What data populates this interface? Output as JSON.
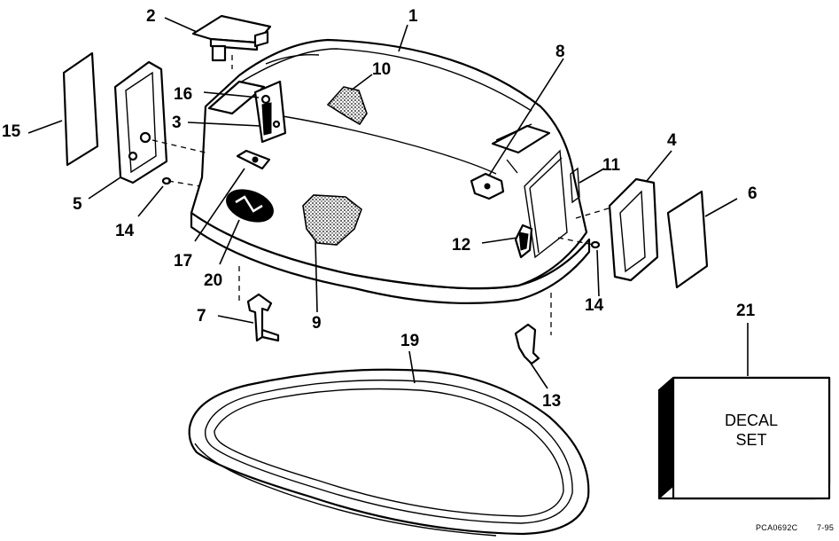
{
  "callouts": {
    "c1": "1",
    "c2": "2",
    "c3": "3",
    "c4": "4",
    "c5": "5",
    "c6": "6",
    "c7": "7",
    "c8": "8",
    "c9": "9",
    "c10": "10",
    "c11": "11",
    "c12": "12",
    "c13": "13",
    "c14a": "14",
    "c14b": "14",
    "c15": "15",
    "c16": "16",
    "c17": "17",
    "c19": "19",
    "c20": "20",
    "c21": "21"
  },
  "decal_box": {
    "line1": "DECAL",
    "line2": "SET"
  },
  "footer": {
    "code": "PCA0692C",
    "date": "7-95"
  }
}
